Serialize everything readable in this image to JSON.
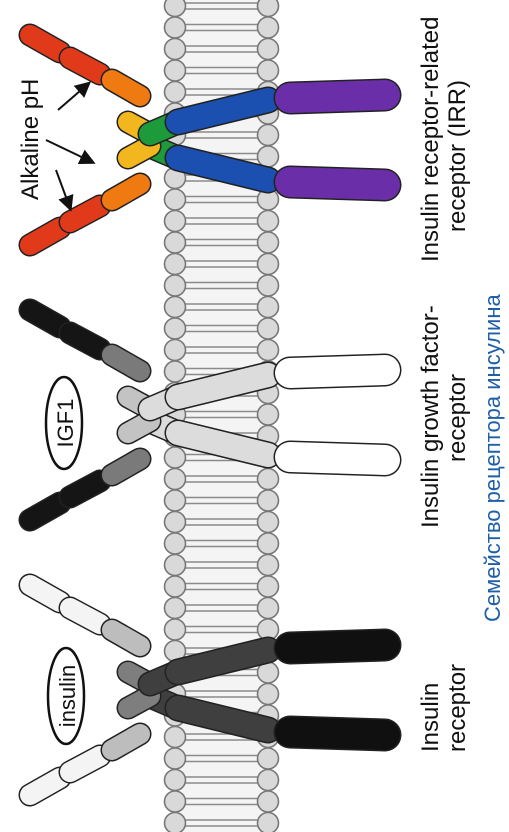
{
  "caption": "Семейство рецептора инсулина",
  "colors": {
    "caption": "#1f5fa8",
    "bead_fill": "#d9d9d9",
    "bead_stroke": "#777777",
    "membrane_line": "#8a8a8a"
  },
  "receptors": [
    {
      "id": "insulin-receptor",
      "label_line1": "Insulin",
      "label_line2": "receptor",
      "ligand": "insulin",
      "colors": {
        "outer": "#f4f4f4",
        "mid": "#bdbdbd",
        "hinge": "#7e7e7e",
        "cross": "#3f3f3f",
        "intra": "#101010"
      }
    },
    {
      "id": "igf1-receptor",
      "label_line1": "Insulin growth factor-",
      "label_line2": "receptor",
      "ligand": "IGF1",
      "colors": {
        "outer": "#151515",
        "mid": "#7a7a7a",
        "hinge": "#c3c3c3",
        "cross": "#dcdcdc",
        "intra": "#ffffff"
      }
    },
    {
      "id": "irr-receptor",
      "label_line1": "Insulin receptor-related",
      "label_line2": "receptor (IRR)",
      "ligand": "Alkaline pH",
      "colors": {
        "outer": "#e03a1a",
        "mid": "#f07a12",
        "hinge": "#f2b61e",
        "cross": "#1d9a3a",
        "tm": "#1b4fb0",
        "intra": "#6a2fa8"
      }
    }
  ]
}
